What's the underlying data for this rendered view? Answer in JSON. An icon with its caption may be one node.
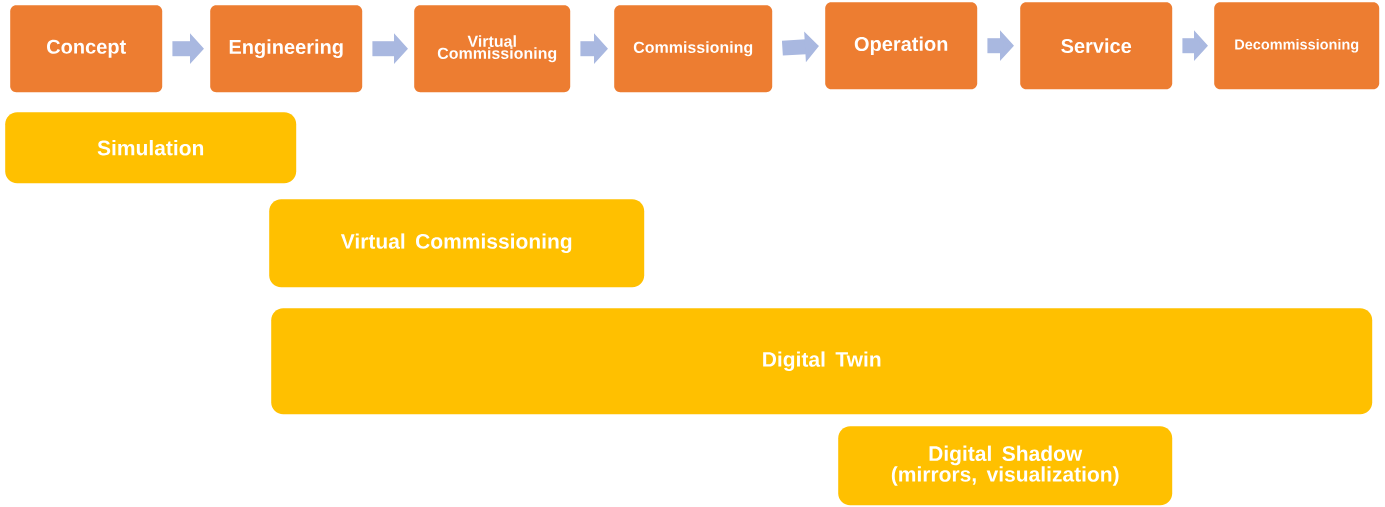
{
  "diagram": {
    "nodes": [
      {
        "text": [
          "Concept"
        ]
      },
      {
        "text": [
          "Engineering"
        ]
      },
      {
        "text": [
          "Virtual Commissioning"
        ]
      },
      {
        "text": [
          "Commissioning"
        ]
      },
      {
        "text": [
          "Operation"
        ]
      },
      {
        "text": [
          "Service"
        ]
      },
      {
        "text": [
          "Decommissioning"
        ]
      },
      {
        "text": [
          "Simulation"
        ]
      },
      {
        "text": [
          "Virtual Commissioning"
        ]
      },
      {
        "text": [
          "Digital Twin"
        ]
      },
      {
        "text": [
          "Digital Shadow",
          "(mirrors, visualization)"
        ]
      }
    ],
    "edges": [
      {
        "from": 0,
        "to": 1,
        "arrow": "to"
      },
      {
        "from": 1,
        "to": 2,
        "arrow": "to"
      },
      {
        "from": 2,
        "to": 3,
        "arrow": "to"
      },
      {
        "from": 3,
        "to": 4,
        "arrow": "to"
      },
      {
        "from": 4,
        "to": 5,
        "arrow": "to"
      },
      {
        "from": 5,
        "to": 6,
        "arrow": "to"
      }
    ]
  }
}
